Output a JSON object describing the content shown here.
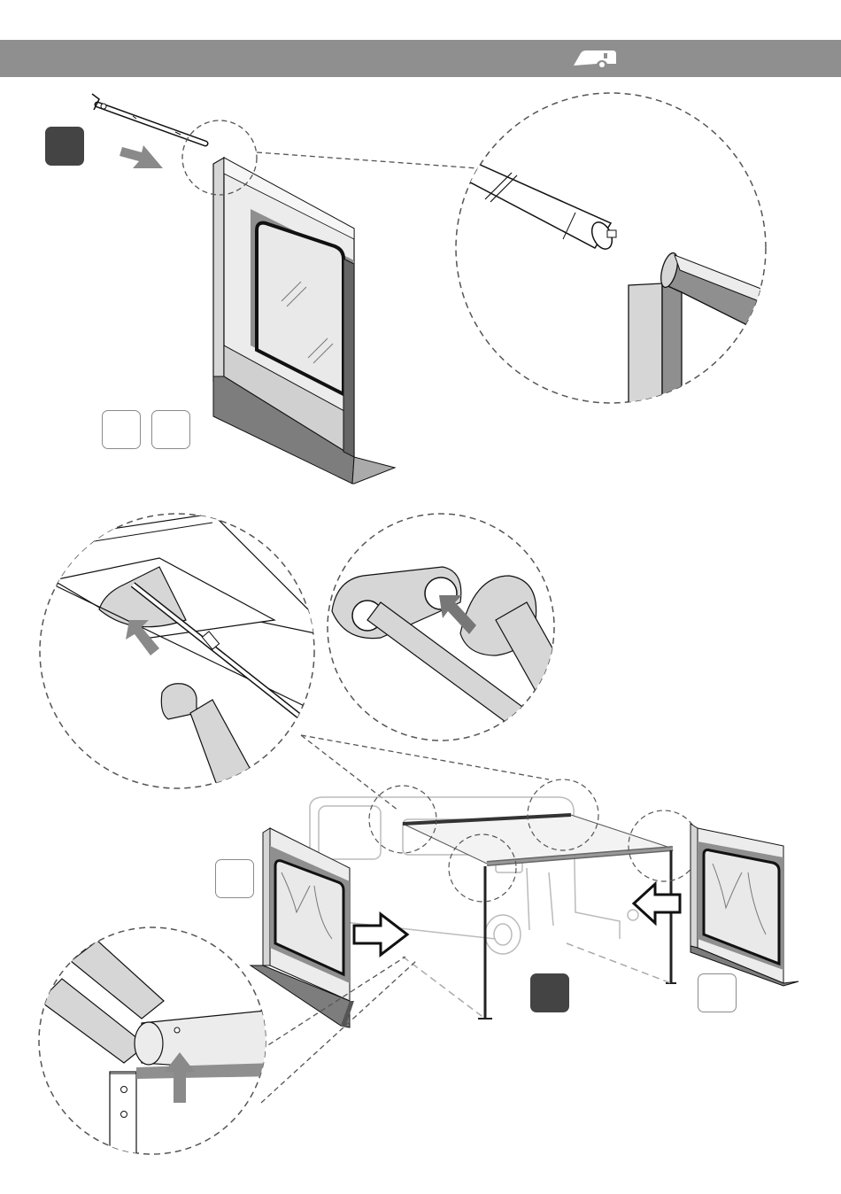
{
  "header": {
    "bar_color": "#8f8f8f",
    "icon": "caravan-icon"
  },
  "step_badges": [
    {
      "id": "step-1",
      "style": "filled",
      "color": "#444444"
    },
    {
      "id": "step-2",
      "style": "filled",
      "color": "#444444"
    },
    {
      "id": "placeholder-a",
      "style": "empty"
    },
    {
      "id": "placeholder-b",
      "style": "empty"
    },
    {
      "id": "placeholder-c",
      "style": "empty"
    },
    {
      "id": "placeholder-d",
      "style": "empty"
    }
  ],
  "illustrations": [
    "awning-side-panel-with-pole",
    "pole-end-detail-zoom",
    "rail-insertion-detail-zoom",
    "pole-clamp-detail-zoom",
    "caravan-awning-assembly",
    "corner-joint-detail-zoom"
  ],
  "icons": [
    "caravan-icon",
    "arrow-right-icon",
    "arrow-left-icon",
    "arrow-up-icon",
    "arrow-diagonal-icon"
  ],
  "colors": {
    "dark_grey": "#444444",
    "mid_grey": "#8f8f8f",
    "light_grey": "#d6d6d6",
    "outline": "#111111"
  }
}
